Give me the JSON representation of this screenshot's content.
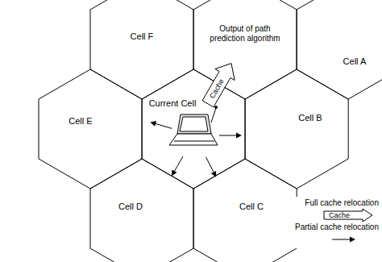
{
  "diagram": {
    "nodes": [
      {
        "text": [
          "Cell F"
        ]
      },
      {
        "text": [
          "Output of path prediction algorithm"
        ]
      },
      {
        "text": [
          "Cell A"
        ]
      },
      {
        "text": [
          "Cell E"
        ]
      },
      {
        "text": [
          "Current Cell"
        ]
      },
      {
        "text": [
          "Cell B"
        ]
      },
      {
        "text": [
          "Cell D"
        ]
      },
      {
        "text": [
          "Cell C"
        ]
      }
    ],
    "edges": [
      {
        "from": 4,
        "to": 1,
        "label": "Cache",
        "arrow": "to"
      },
      {
        "from": 4,
        "to": 3,
        "arrow": "to"
      },
      {
        "from": 4,
        "to": 5,
        "arrow": "to"
      },
      {
        "from": 4,
        "to": 6,
        "arrow": "to"
      },
      {
        "from": 4,
        "to": 7,
        "arrow": "to"
      }
    ],
    "labels": [
      "Cache"
    ],
    "legend": [
      {
        "text": "Full cache relocation"
      },
      {
        "text": "Partial cache relocation"
      }
    ]
  }
}
